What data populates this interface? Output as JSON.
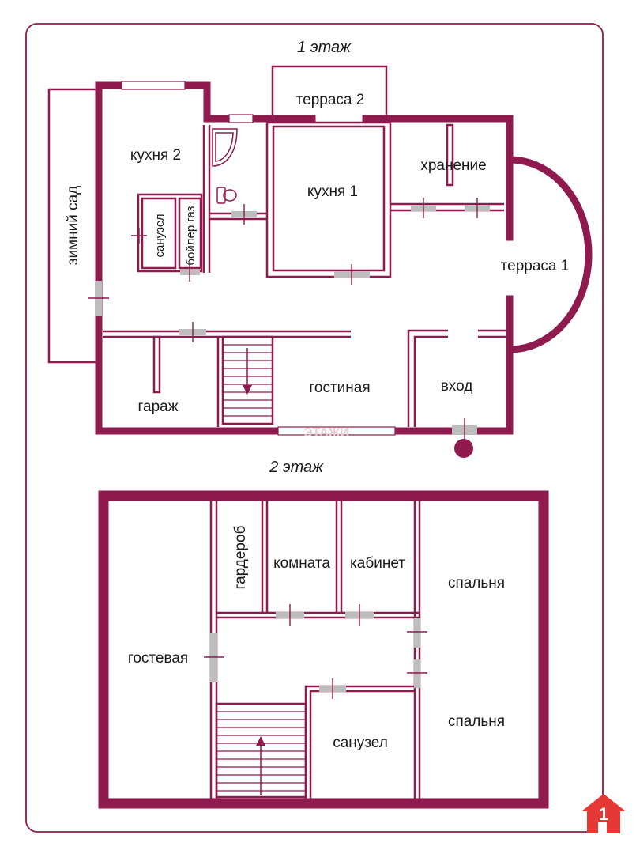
{
  "colors": {
    "wall": "#8e1a4e",
    "frame": "#8e1a4e",
    "door": "#bdbdbd",
    "logo": "#e53935"
  },
  "floor1": {
    "title": "1 этаж",
    "rooms": {
      "terrace2": "терраса 2",
      "kitchen2": "кухня 2",
      "winter_garden": "зимний сад",
      "kitchen1": "кухня 1",
      "storage": "хранение",
      "bathroom": "санузел",
      "boiler": "бойлер газ",
      "terrace1": "терраса 1",
      "living": "гостиная",
      "entrance": "вход",
      "garage": "гараж"
    }
  },
  "floor2": {
    "title": "2 этаж",
    "rooms": {
      "wardrobe": "гардероб",
      "room": "комната",
      "office": "кабинет",
      "bedroom1": "спальня",
      "guest": "гостевая",
      "bedroom2": "спальня",
      "bathroom": "санузел"
    }
  },
  "watermark": "ЭТАЖИ",
  "logo": {
    "icon": "house-logo-icon",
    "digit": "1"
  }
}
